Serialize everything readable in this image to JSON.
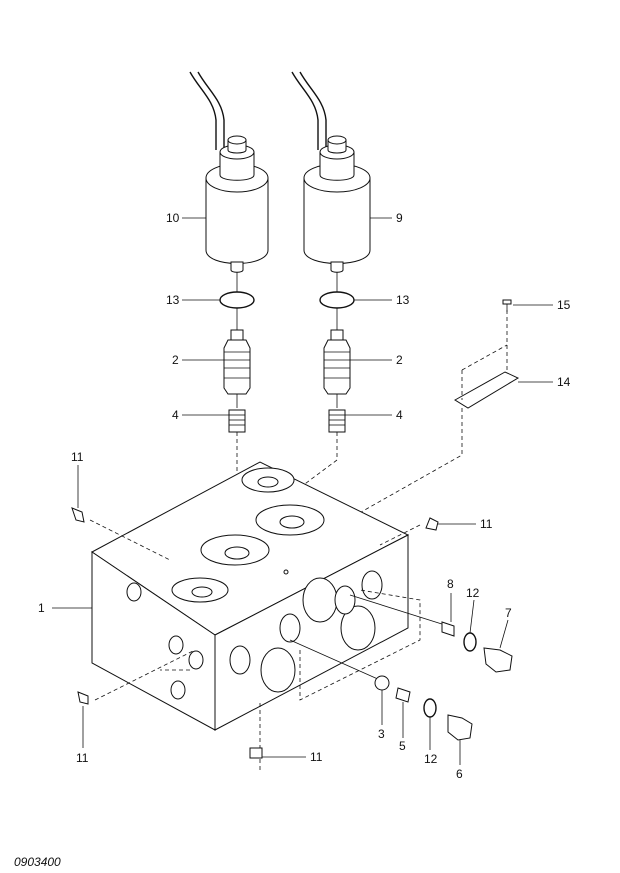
{
  "drawing_code": "0903400",
  "callouts": {
    "c1": "1",
    "c2a": "2",
    "c2b": "2",
    "c3": "3",
    "c4a": "4",
    "c4b": "4",
    "c5": "5",
    "c6": "6",
    "c7": "7",
    "c8": "8",
    "c9": "9",
    "c10": "10",
    "c11a": "11",
    "c11b": "11",
    "c11c": "11",
    "c11d": "11",
    "c12a": "12",
    "c12b": "12",
    "c13a": "13",
    "c13b": "13",
    "c14": "14",
    "c15": "15"
  }
}
